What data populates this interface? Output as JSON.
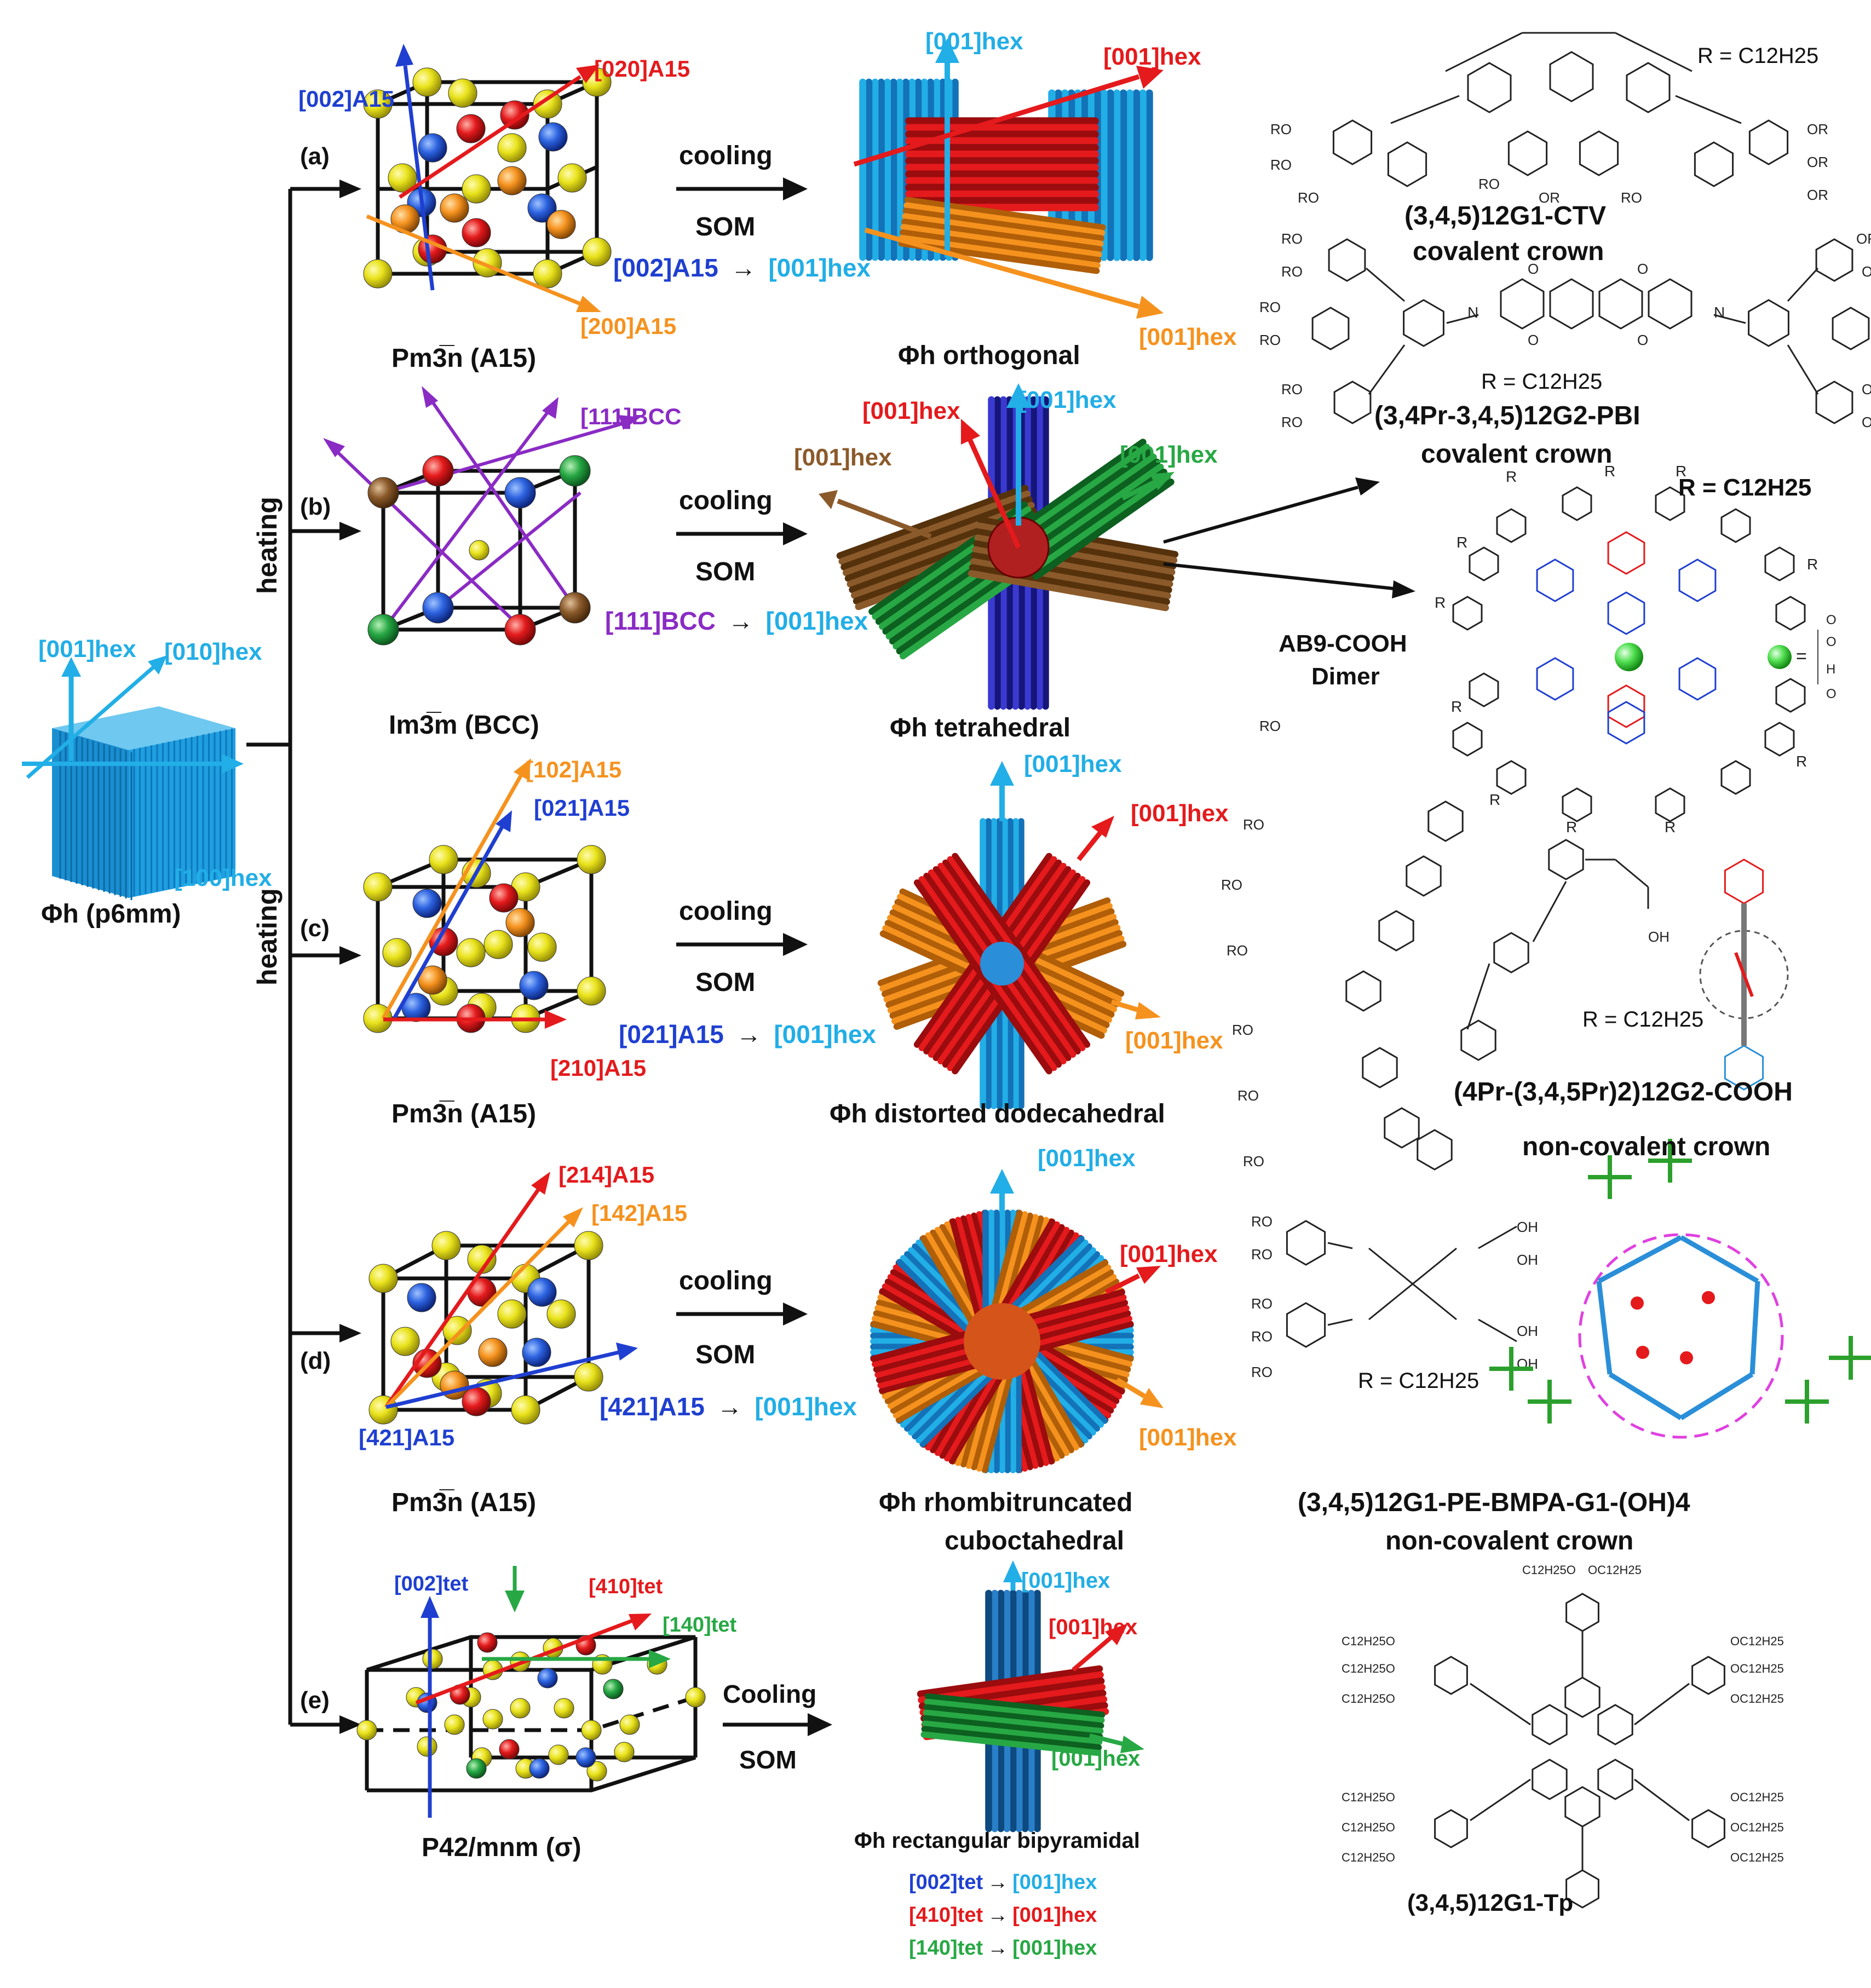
{
  "colors": {
    "cyan": "#22aee6",
    "blue": "#1f3fd0",
    "red": "#e41a1c",
    "orange": "#f5921e",
    "purple": "#8a2bc4",
    "green": "#27a844",
    "brown": "#8b5a2b",
    "yellow_atom": "#e9e31c",
    "black": "#111111",
    "magenta": "#e040e0"
  },
  "start": {
    "axis_001": "[001]hex",
    "axis_010": "[010]hex",
    "axis_100": "[100]hex",
    "label": "Φh (p6mm)"
  },
  "heating_labels": [
    "heating",
    "heating"
  ],
  "panels": [
    {
      "tag": "(a)",
      "lattice_label": "Pm3̅n (A15)",
      "lattice_axes": [
        "[002]A15",
        "[020]A15",
        "[200]A15"
      ],
      "process": [
        "cooling",
        "SOM"
      ],
      "transform": [
        "[002]A15",
        "→",
        "[001]hex"
      ],
      "phase_axes": [
        "[001]hex",
        "[001]hex",
        "[001]hex"
      ],
      "phase_label": "Φh orthogonal"
    },
    {
      "tag": "(b)",
      "lattice_label": "Im3̅m (BCC)",
      "lattice_axes": [
        "[111]BCC"
      ],
      "process": [
        "cooling",
        "SOM"
      ],
      "transform": [
        "[111]BCC",
        "→",
        "[001]hex"
      ],
      "phase_axes": [
        "[001]hex",
        "[001]hex",
        "[001]hex",
        "[001]hex"
      ],
      "phase_label": "Φh tetrahedral"
    },
    {
      "tag": "(c)",
      "lattice_label": "Pm3̅n (A15)",
      "lattice_axes": [
        "[102]A15",
        "[021]A15",
        "[210]A15"
      ],
      "process": [
        "cooling",
        "SOM"
      ],
      "transform": [
        "[021]A15",
        "→",
        "[001]hex"
      ],
      "phase_axes": [
        "[001]hex",
        "[001]hex",
        "[001]hex"
      ],
      "phase_label": "Φh distorted dodecahedral"
    },
    {
      "tag": "(d)",
      "lattice_label": "Pm3̅n (A15)",
      "lattice_axes": [
        "[214]A15",
        "[142]A15",
        "[421]A15"
      ],
      "process": [
        "cooling",
        "SOM"
      ],
      "transform": [
        "[421]A15",
        "→",
        "[001]hex"
      ],
      "phase_axes": [
        "[001]hex",
        "[001]hex",
        "[001]hex"
      ],
      "phase_label": [
        "Φh rhombitruncated",
        "cuboctahedral"
      ]
    },
    {
      "tag": "(e)",
      "lattice_label": "P42/mnm (σ)",
      "lattice_axes": [
        "[002]tet",
        "[410]tet",
        "[140]tet"
      ],
      "process": [
        "Cooling",
        "SOM"
      ],
      "phase_axes": [
        "[001]hex",
        "[001]hex",
        "[001]hex"
      ],
      "phase_label": "Φh rectangular bipyramidal",
      "transforms": [
        [
          "[002]tet",
          "→",
          "[001]hex"
        ],
        [
          "[410]tet",
          "→",
          "[001]hex"
        ],
        [
          "[140]tet",
          "→",
          "[001]hex"
        ]
      ]
    }
  ],
  "molecules": [
    {
      "name": "(3,4,5)12G1-CTV",
      "type": "covalent crown",
      "r_label": "R = C12H25"
    },
    {
      "name": "(3,4Pr-3,4,5)12G2-PBI",
      "type": "covalent crown",
      "r_label": "R = C12H25"
    },
    {
      "name": "AB9-COOH",
      "name2": "Dimer",
      "r_label": "R = C12H25"
    },
    {
      "name": "(4Pr-(3,4,5Pr)2)12G2-COOH",
      "type": "non-covalent crown",
      "r_label": "R = C12H25"
    },
    {
      "name": "(3,4,5)12G1-PE-BMPA-G1-(OH)4",
      "type": "non-covalent crown",
      "r_label": "R = C12H25"
    },
    {
      "name": "(3,4,5)12G1-Tp"
    }
  ],
  "chem_text": {
    "ro": "RO",
    "or": "OR",
    "o": "O",
    "n": "N",
    "oh": "OH",
    "r": "R",
    "h": "H",
    "oc12": "OC12H25",
    "c12o": "C12H25O",
    "eq": "="
  }
}
